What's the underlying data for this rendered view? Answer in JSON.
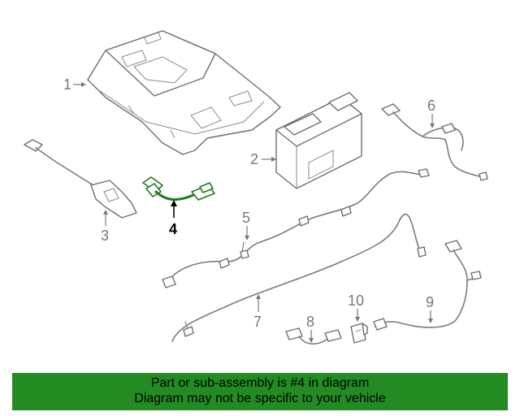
{
  "diagram": {
    "callouts": [
      "1",
      "2",
      "3",
      "4",
      "5",
      "6",
      "7",
      "8",
      "9",
      "10"
    ],
    "highlighted_callout": "4",
    "accent_color": "#228B22",
    "highlight_part_color": "#1e7a1e"
  },
  "banner": {
    "line1": "Part or sub-assembly is #4 in diagram",
    "line2": "Diagram may not be specific to your vehicle"
  }
}
